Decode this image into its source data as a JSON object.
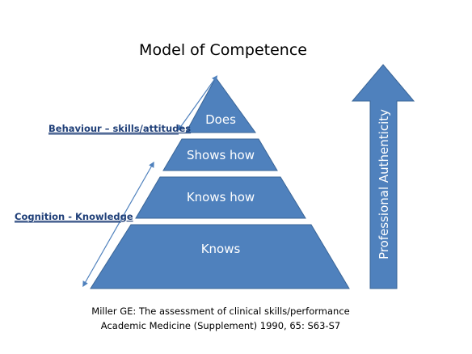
{
  "title": "Model of Competence",
  "pyramid": {
    "fill": "#4f81bd",
    "stroke": "#3a6597",
    "levels": [
      {
        "label": "Does"
      },
      {
        "label": "Shows how"
      },
      {
        "label": "Knows how"
      },
      {
        "label": "Knows"
      }
    ]
  },
  "side_labels": {
    "behaviour": "Behaviour – skills/attitudes",
    "cognition": "Cognition - Knowledge",
    "color": "#1f3f78",
    "line_color": "#4f81bd"
  },
  "arrow": {
    "label": "Professional Authenticity",
    "fill": "#4f81bd"
  },
  "reference": {
    "line1": "Miller GE: The assessment of clinical skills/performance",
    "line2": "Academic Medicine (Supplement) 1990, 65: S63-S7"
  }
}
